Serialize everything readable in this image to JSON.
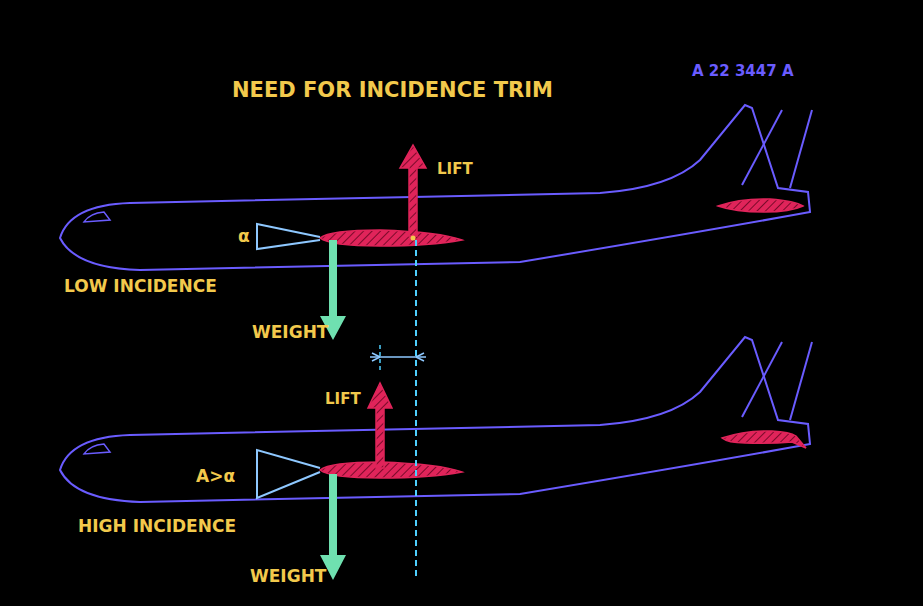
{
  "diagram": {
    "title": "NEED FOR INCIDENCE TRIM",
    "labels": [
      "A 22 3447 A",
      "LIFT",
      "α",
      "LOW INCIDENCE",
      "WEIGHT",
      "LIFT",
      "A>α",
      "HIGH INCIDENCE",
      "WEIGHT"
    ]
  }
}
